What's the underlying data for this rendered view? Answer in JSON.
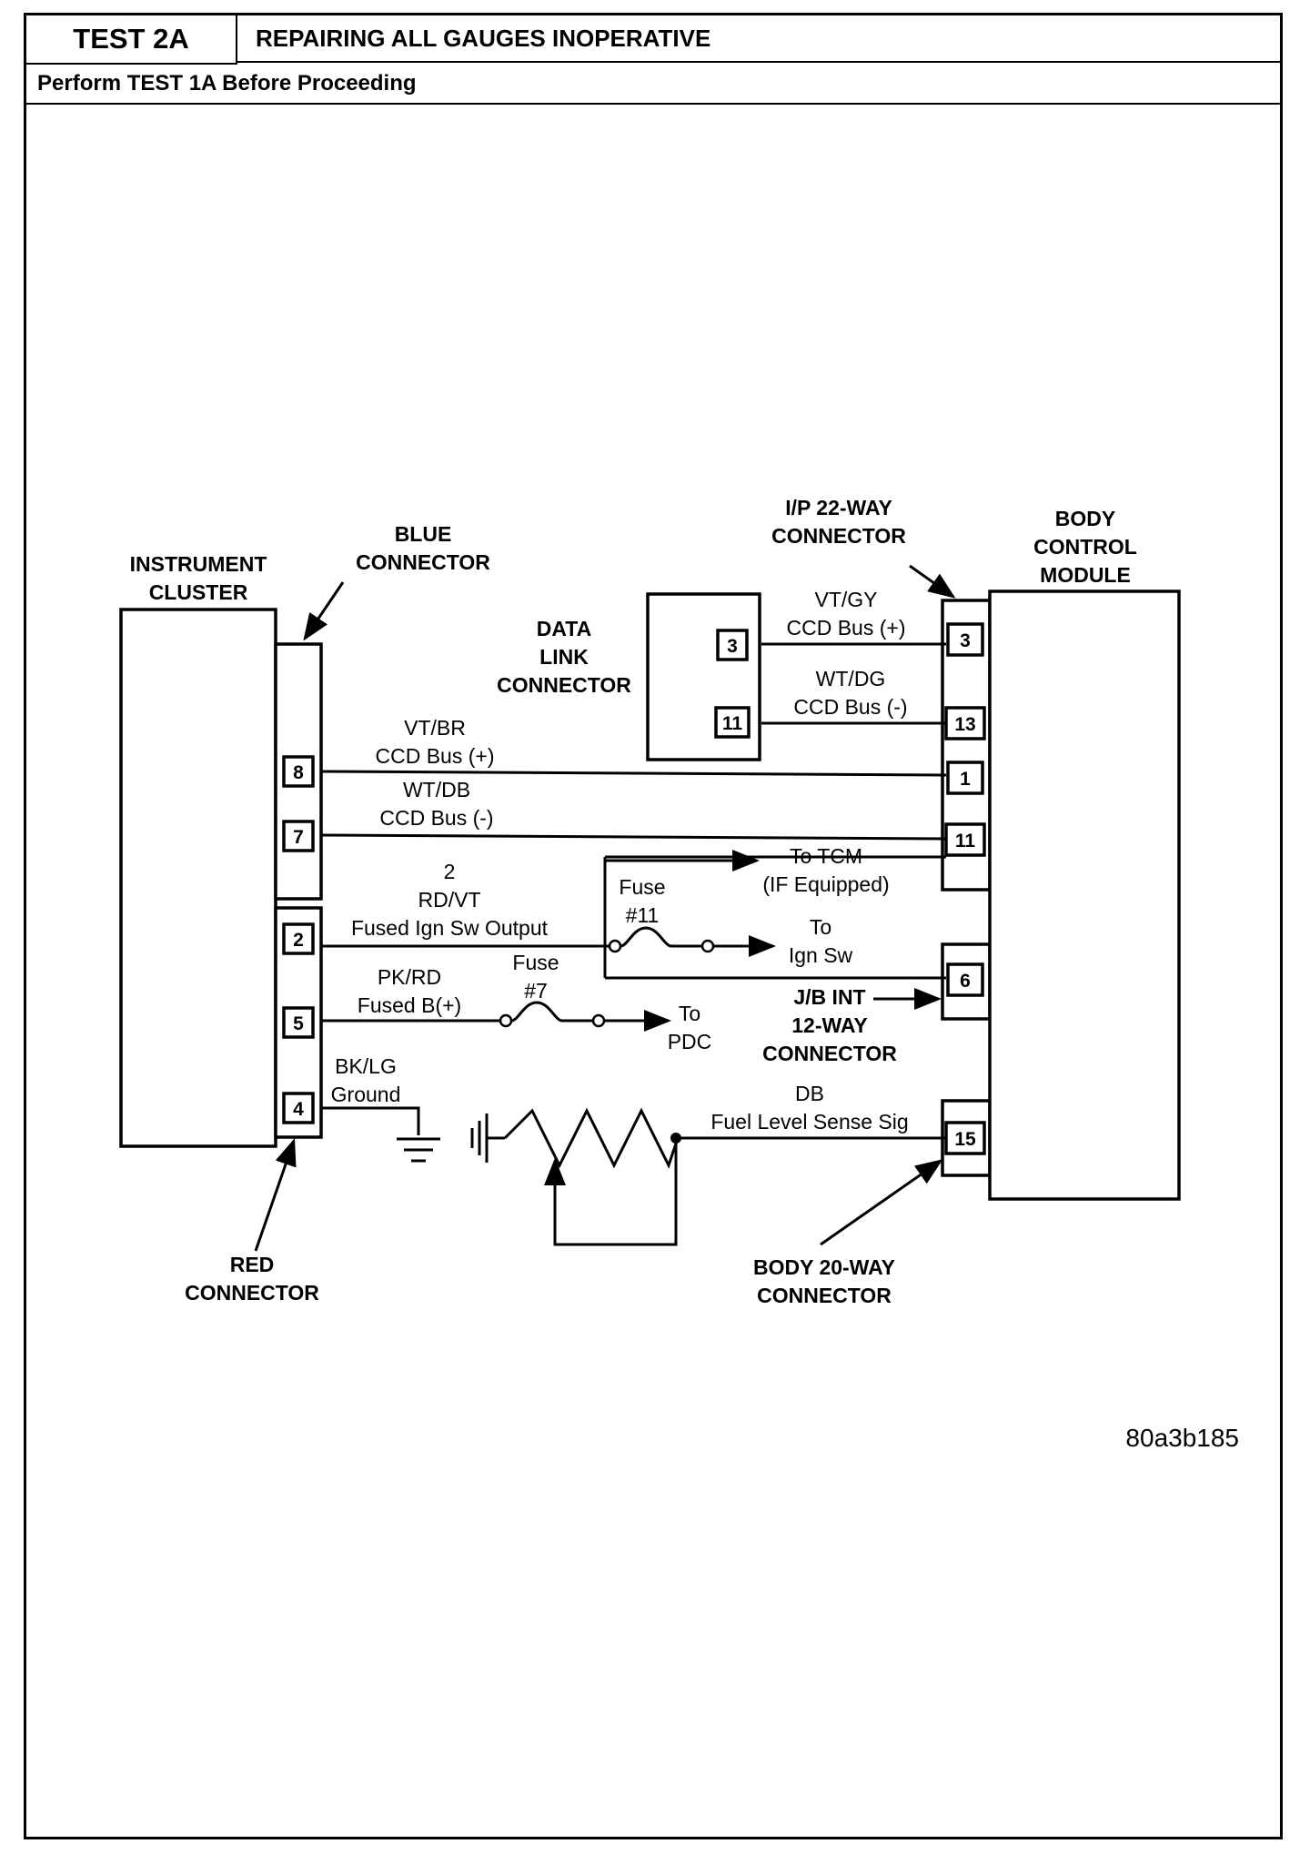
{
  "header": {
    "test_id": "TEST 2A",
    "title": "REPAIRING ALL GAUGES INOPERATIVE",
    "prerequisite": "Perform TEST 1A Before Proceeding"
  },
  "components": {
    "instrument_cluster": [
      "INSTRUMENT",
      "CLUSTER"
    ],
    "blue_connector": [
      "BLUE",
      "CONNECTOR"
    ],
    "red_connector": [
      "RED",
      "CONNECTOR"
    ],
    "data_link_connector": [
      "DATA",
      "LINK",
      "CONNECTOR"
    ],
    "ip_22way_connector": [
      "I/P 22-WAY",
      "CONNECTOR"
    ],
    "body_control_module": [
      "BODY",
      "CONTROL",
      "MODULE"
    ],
    "jb_int_connector": [
      "J/B INT",
      "12-WAY",
      "CONNECTOR"
    ],
    "body_20way_connector": [
      "BODY 20-WAY",
      "CONNECTOR"
    ]
  },
  "pins": {
    "cluster_blue": [
      "8",
      "7"
    ],
    "cluster_red": [
      "2",
      "5",
      "4"
    ],
    "dlc": [
      "3",
      "11"
    ],
    "bcm_ip22": [
      "3",
      "13",
      "1",
      "11"
    ],
    "bcm_jb": [
      "6"
    ],
    "bcm_body20": [
      "15"
    ]
  },
  "wires": {
    "dlc_pos": [
      "VT/GY",
      "CCD Bus (+)"
    ],
    "dlc_neg": [
      "WT/DG",
      "CCD Bus (-)"
    ],
    "cluster_pos": [
      "VT/BR",
      "CCD Bus (+)"
    ],
    "cluster_neg": [
      "WT/DB",
      "CCD Bus (-)"
    ],
    "ign_output": [
      "2",
      "RD/VT",
      "Fused Ign Sw Output"
    ],
    "fused_b": [
      "PK/RD",
      "Fused B(+)"
    ],
    "ground": [
      "BK/LG",
      "Ground"
    ],
    "fuel_sense": [
      "DB",
      "Fuel Level Sense Sig"
    ]
  },
  "fuses": {
    "fuse11": [
      "Fuse",
      "#11"
    ],
    "fuse7": [
      "Fuse",
      "#7"
    ]
  },
  "destinations": {
    "tcm": [
      "To TCM",
      "(IF Equipped)"
    ],
    "ign_sw": [
      "To",
      "Ign Sw"
    ],
    "pdc": [
      "To",
      "PDC"
    ]
  },
  "figure_id": "80a3b185"
}
